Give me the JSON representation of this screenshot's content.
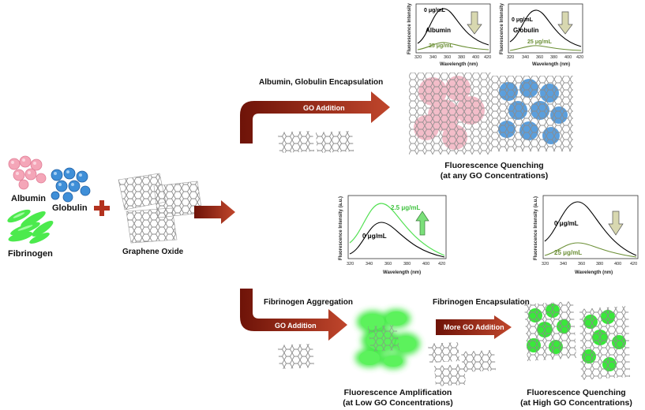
{
  "labels": {
    "albumin": "Albumin",
    "globulin": "Globulin",
    "fibrinogen": "Fibrinogen",
    "graphene_oxide": "Graphene Oxide",
    "plus": "+",
    "encapsulation_top": "Albumin, Globulin Encapsulation",
    "quench_top_1": "Fluorescence Quenching",
    "quench_top_2": "(at any GO Concentrations)",
    "fib_aggregation": "Fibrinogen Aggregation",
    "fib_encapsulation": "Fibrinogen Encapsulation",
    "amp_1": "Fluorescence Amplification",
    "amp_2": "(at Low GO Concentrations)",
    "quench_bot_1": "Fluorescence Quenching",
    "quench_bot_2": "(at High GO Concentrations)"
  },
  "arrows": {
    "top": "GO Addition",
    "bottom": "GO Addition",
    "more": "More GO Addition"
  },
  "colors": {
    "albumin": "#f4a6b8",
    "globulin": "#3f8fd8",
    "fibrinogen": "#39e83a",
    "arrow_dark": "#6e1308",
    "arrow_light": "#c0462c",
    "up_arrow": "#7be07a",
    "down_arrow": "#d8d8b0",
    "curve_high": "#000000",
    "curve_low": "#6b8f35",
    "curve_bright": "#52e052"
  },
  "plots": {
    "xlabel": "Wavelength (nm)",
    "ylabel": "Fluorescence Intensity (a.u.)",
    "xticks": [
      "320",
      "340",
      "360",
      "380",
      "400",
      "420"
    ],
    "albumin": {
      "protein": "Albumin",
      "high": "0 μg/mL",
      "low": "25 μg/mL"
    },
    "globulin": {
      "protein": "Globulin",
      "high": "0 μg/mL",
      "low": "25 μg/mL"
    },
    "low_go": {
      "high": "2.5 μg/mL",
      "low": "0 μg/mL"
    },
    "high_go": {
      "high": "0 μg/mL",
      "low": "25 μg/mL"
    }
  }
}
